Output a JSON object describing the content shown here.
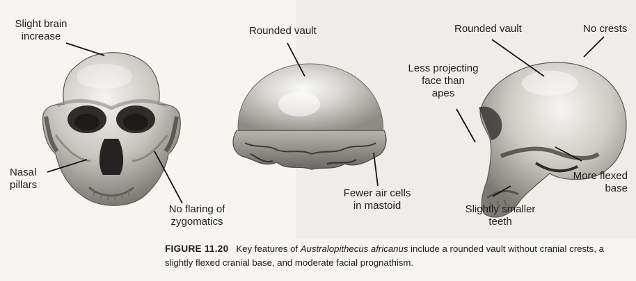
{
  "labels": {
    "slight_brain": [
      "Slight brain",
      "increase"
    ],
    "nasal_pillars": [
      "Nasal",
      "pillars"
    ],
    "no_flaring": [
      "No flaring of",
      "zygomatics"
    ],
    "rounded_vault_mid": [
      "Rounded vault"
    ],
    "fewer_air_cells": [
      "Fewer air cells",
      "in mastoid"
    ],
    "rounded_vault_right": [
      "Rounded vault"
    ],
    "no_crests": [
      "No crests"
    ],
    "less_projecting": [
      "Less projecting",
      "face than",
      "apes"
    ],
    "more_flexed": [
      "More flexed",
      "base"
    ],
    "slightly_smaller": [
      "Slightly smaller",
      "teeth"
    ]
  },
  "caption": {
    "figure_label": "FIGURE 11.20",
    "text_before": "Key features of ",
    "species": "Australopithecus africanus",
    "text_after": " include a rounded vault without cranial crests, a slightly flexed cranial base, and moderate facial prognathism."
  },
  "colors": {
    "bone_light": "#e4e2de",
    "bone_mid": "#bdbab4",
    "bone_dark": "#6f6c66",
    "shadow": "#3a3835"
  }
}
